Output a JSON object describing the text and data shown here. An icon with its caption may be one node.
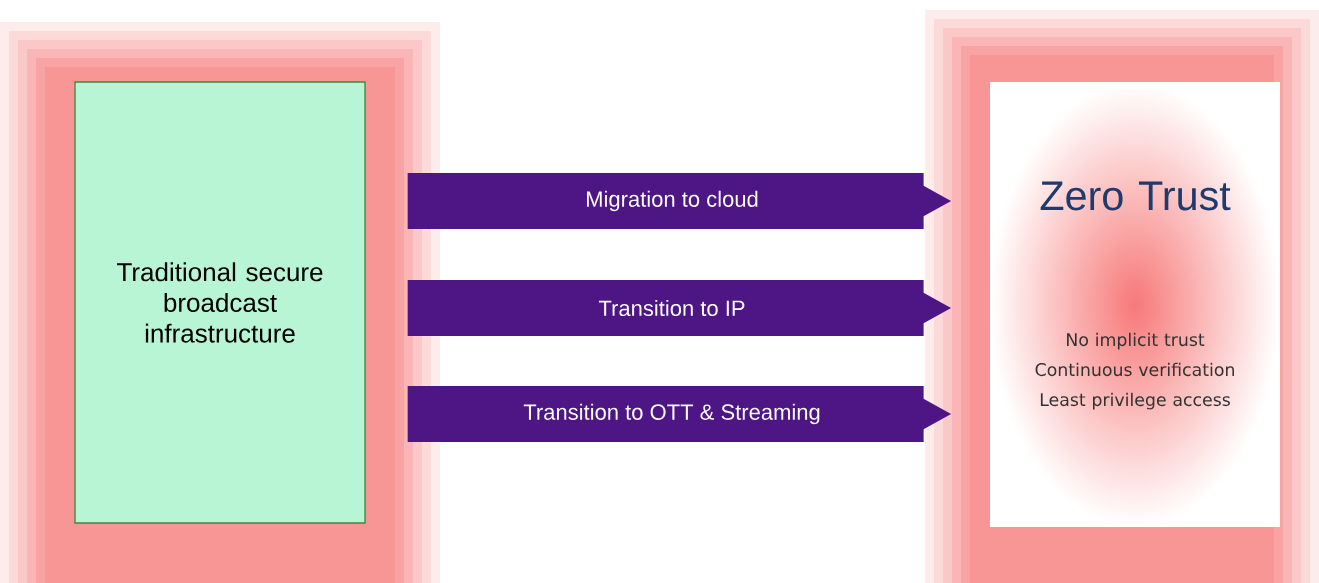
{
  "diagram": {
    "nodes": [
      {
        "text": [
          "Traditional secure broadcast infrastructure"
        ]
      },
      {
        "text": [
          "Zero Trust",
          "No implicit trust",
          "Continuous verification",
          "Least privilege access"
        ]
      }
    ],
    "edges": [
      {
        "from": 0,
        "to": 1,
        "arrow": "to",
        "label": "Migration to cloud"
      },
      {
        "from": 0,
        "to": 1,
        "arrow": "to",
        "label": "Transition to IP"
      },
      {
        "from": 0,
        "to": 1,
        "arrow": "to",
        "label": "Transition to OTT & Streaming"
      }
    ]
  }
}
